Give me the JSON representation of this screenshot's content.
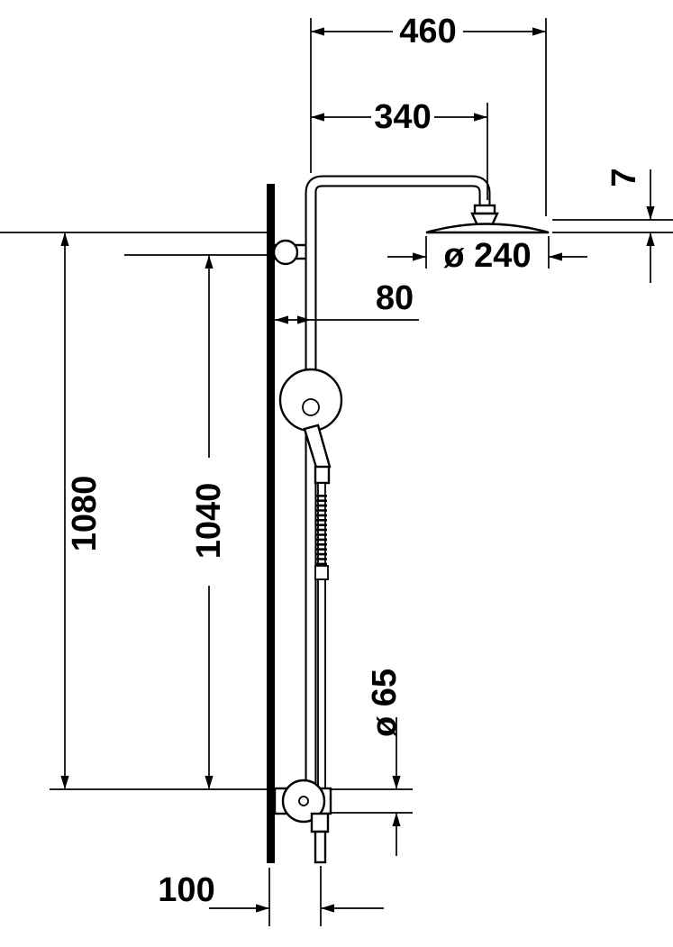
{
  "page": {
    "background": "#ffffff",
    "line_color": "#000000"
  },
  "dimensions": {
    "top_width": "460",
    "arm_projection": "340",
    "head_thickness": "7",
    "head_diameter": "ø 240",
    "wall_to_pipe": "80",
    "total_height": "1080",
    "holder_height": "1040",
    "valve_diameter": "ø 65",
    "bottom_projection": "100"
  }
}
